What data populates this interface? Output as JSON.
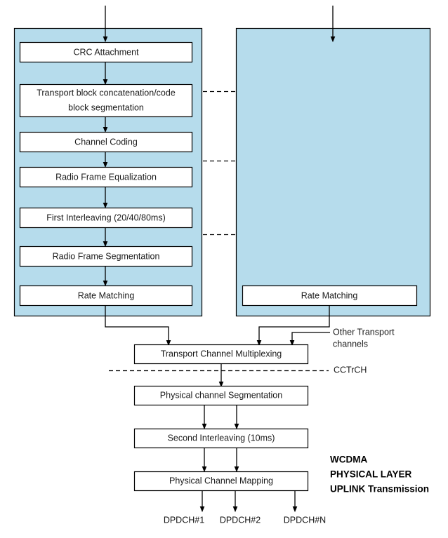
{
  "diagram": {
    "title_lines": [
      "WCDMA",
      "PHYSICAL LAYER",
      "UPLINK Transmission"
    ],
    "colors": {
      "panel_fill": "#b6dcec",
      "box_fill": "#ffffff",
      "stroke": "#000000",
      "background": "#ffffff"
    },
    "left_chain": {
      "boxes": [
        {
          "label": "CRC Attachment"
        },
        {
          "label": "Transport block concatenation/code",
          "label2": "block segmentation"
        },
        {
          "label": "Channel Coding"
        },
        {
          "label": "Radio Frame Equalization"
        },
        {
          "label": "First Interleaving (20/40/80ms)"
        },
        {
          "label": "Radio Frame Segmentation"
        },
        {
          "label": "Rate Matching"
        }
      ]
    },
    "right_chain": {
      "boxes": [
        {
          "label": "Rate Matching"
        }
      ]
    },
    "common_chain": {
      "boxes": [
        {
          "label": "Transport Channel Multiplexing"
        },
        {
          "label": "Physical channel Segmentation"
        },
        {
          "label": "Second Interleaving (10ms)"
        },
        {
          "label": "Physical Channel Mapping"
        }
      ]
    },
    "annotations": {
      "other_transport_line1": "Other Transport",
      "other_transport_line2": "channels",
      "cctrch": "CCTrCH"
    },
    "outputs": [
      "DPDCH#1",
      "DPDCH#2",
      "DPDCH#N"
    ]
  }
}
